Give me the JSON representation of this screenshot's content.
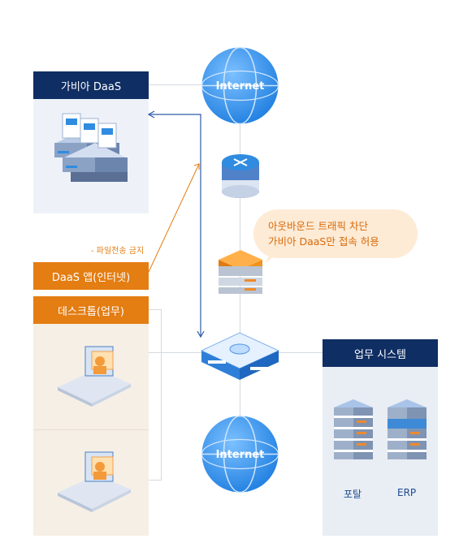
{
  "gabia_daas": {
    "title": "가비아 DaaS"
  },
  "daas_app": {
    "label": "DaaS 앱(인터넷)",
    "note": "- 파일전송 금지"
  },
  "desktop": {
    "title": "데스크톱(업무)"
  },
  "internet": {
    "top_label": "Internet",
    "bottom_label": "Internet"
  },
  "bubble": {
    "line1": "아웃바운드 트래픽 차단",
    "line2": "가비아 DaaS만 접속 허용"
  },
  "business": {
    "title": "업무 시스템",
    "portal": "포탈",
    "erp": "ERP"
  },
  "colors": {
    "navy": "#0f2e63",
    "orange": "#e47d12",
    "globe": "#3a8fe0",
    "arrow_blue": "#2d5aa8"
  }
}
